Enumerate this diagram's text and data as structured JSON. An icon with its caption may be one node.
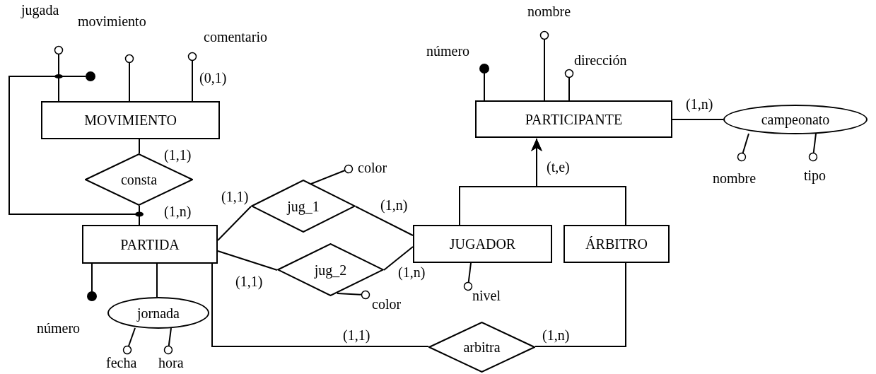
{
  "diagram": {
    "nodes": [
      {
        "text": [
          "MOVIMIENTO"
        ]
      },
      {
        "text": [
          "consta"
        ]
      },
      {
        "text": [
          "PARTIDA"
        ]
      },
      {
        "text": [
          "jug_1"
        ]
      },
      {
        "text": [
          "jug_2"
        ]
      },
      {
        "text": [
          "JUGADOR"
        ]
      },
      {
        "text": [
          "ÁRBITRO"
        ]
      },
      {
        "text": [
          "arbitra"
        ]
      },
      {
        "text": [
          "PARTICIPANTE"
        ]
      },
      {
        "text": [
          "campeonato"
        ]
      },
      {
        "text": [
          "jornada"
        ]
      },
      {
        "text": [
          "jugada"
        ]
      },
      {
        "text": [
          "movimiento"
        ]
      },
      {
        "text": [
          "comentario"
        ]
      },
      {
        "text": [
          "número"
        ]
      },
      {
        "text": [
          "fecha"
        ]
      },
      {
        "text": [
          "hora"
        ]
      },
      {
        "text": [
          "color"
        ]
      },
      {
        "text": [
          "color"
        ]
      },
      {
        "text": [
          "nivel"
        ]
      },
      {
        "text": [
          "número"
        ]
      },
      {
        "text": [
          "nombre"
        ]
      },
      {
        "text": [
          "dirección"
        ]
      },
      {
        "text": [
          "nombre"
        ]
      },
      {
        "text": [
          "tipo"
        ]
      }
    ],
    "edges": [
      {
        "from": 0,
        "to": 1,
        "arrow": "none"
      },
      {
        "from": 1,
        "to": 2,
        "arrow": "none"
      },
      {
        "from": 2,
        "to": 3,
        "arrow": "none"
      },
      {
        "from": 3,
        "to": 5,
        "arrow": "none"
      },
      {
        "from": 2,
        "to": 4,
        "arrow": "none"
      },
      {
        "from": 4,
        "to": 5,
        "arrow": "none"
      },
      {
        "from": 2,
        "to": 7,
        "arrow": "none"
      },
      {
        "from": 7,
        "to": 6,
        "arrow": "none"
      },
      {
        "from": 5,
        "to": 8,
        "arrow": "to"
      },
      {
        "from": 6,
        "to": 8,
        "arrow": "to"
      },
      {
        "from": 8,
        "to": 9,
        "arrow": "none"
      },
      {
        "from": 2,
        "to": 10,
        "arrow": "none"
      },
      {
        "from": 0,
        "to": 11,
        "arrow": "other"
      },
      {
        "from": 0,
        "to": 12,
        "arrow": "other"
      },
      {
        "from": 0,
        "to": 13,
        "arrow": "other"
      },
      {
        "from": 2,
        "to": 14,
        "arrow": "other"
      },
      {
        "from": 10,
        "to": 15,
        "arrow": "other"
      },
      {
        "from": 10,
        "to": 16,
        "arrow": "other"
      },
      {
        "from": 3,
        "to": 17,
        "arrow": "other"
      },
      {
        "from": 4,
        "to": 18,
        "arrow": "other"
      },
      {
        "from": 5,
        "to": 19,
        "arrow": "other"
      },
      {
        "from": 8,
        "to": 20,
        "arrow": "other"
      },
      {
        "from": 8,
        "to": 21,
        "arrow": "other"
      },
      {
        "from": 8,
        "to": 22,
        "arrow": "other"
      },
      {
        "from": 9,
        "to": 23,
        "arrow": "other"
      },
      {
        "from": 9,
        "to": 24,
        "arrow": "other"
      }
    ],
    "labels": [
      "(0,1)",
      "(1,1)",
      "(1,n)",
      "(1,1)",
      "(1,n)",
      "(1,1)",
      "(1,n)",
      "(1,1)",
      "(1,n)",
      "(1,n)",
      "(t,e)"
    ]
  }
}
